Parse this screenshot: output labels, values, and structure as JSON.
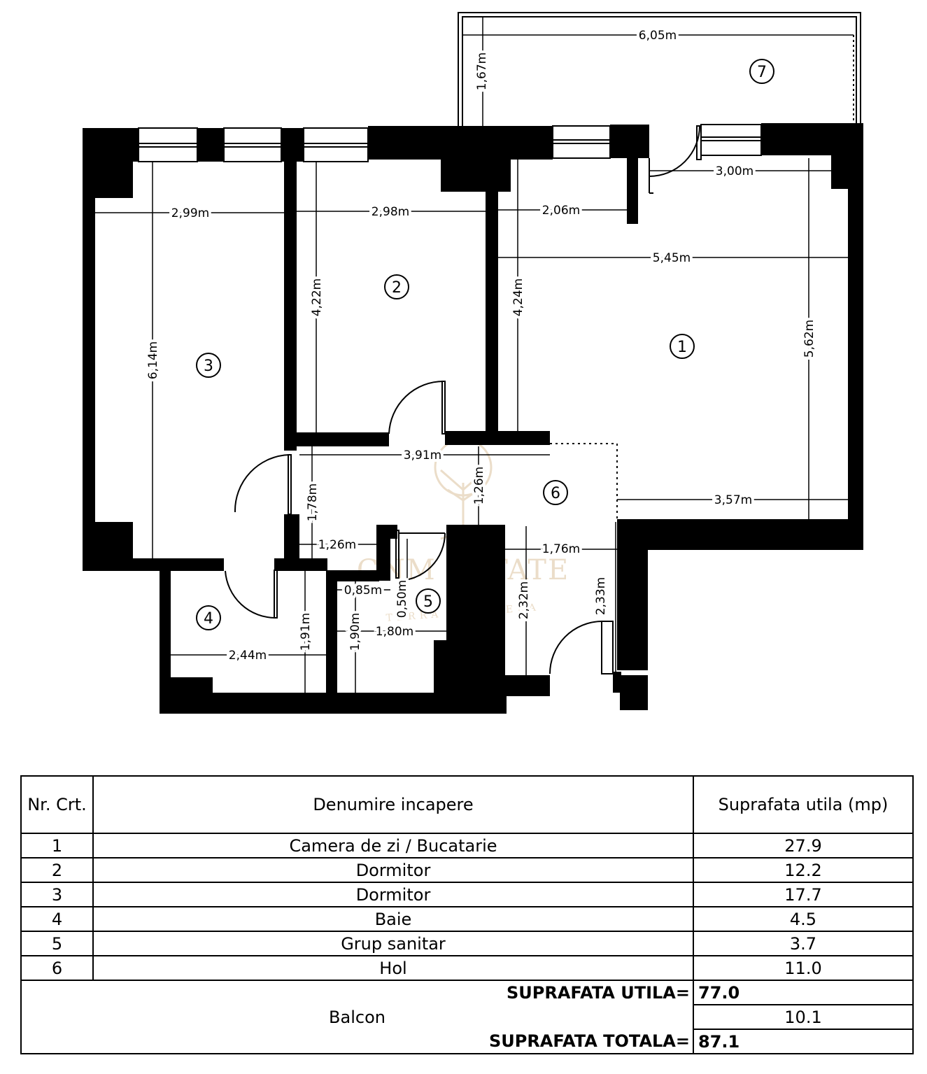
{
  "plan": {
    "rooms": [
      {
        "num": "1"
      },
      {
        "num": "2"
      },
      {
        "num": "3"
      },
      {
        "num": "4"
      },
      {
        "num": "5"
      },
      {
        "num": "6"
      },
      {
        "num": "7"
      }
    ],
    "dimensions": [
      "6,05m",
      "1,67m",
      "3,00m",
      "2,99m",
      "2,98m",
      "2,06m",
      "5,45m",
      "4,22m",
      "4,24m",
      "6,14m",
      "5,62m",
      "3,91m",
      "1,26m",
      "1,78m",
      "3,57m",
      "1,26m",
      "1,76m",
      "0,85m",
      "0,50m",
      "2,33m",
      "2,32m",
      "1,91m",
      "1,90m",
      "1,80m",
      "2,44m"
    ],
    "watermark": {
      "brand": "GNM ESTATE",
      "motto": "TERRA NON VERA"
    }
  },
  "table": {
    "headers": {
      "nr": "Nr. Crt.",
      "name": "Denumire incapere",
      "area": "Suprafata utila (mp)"
    },
    "rows": [
      {
        "nr": "1",
        "name": "Camera de zi / Bucatarie",
        "area": "27.9"
      },
      {
        "nr": "2",
        "name": "Dormitor",
        "area": "12.2"
      },
      {
        "nr": "3",
        "name": "Dormitor",
        "area": "17.7"
      },
      {
        "nr": "4",
        "name": "Baie",
        "area": "4.5"
      },
      {
        "nr": "5",
        "name": "Grup sanitar",
        "area": "3.7"
      },
      {
        "nr": "6",
        "name": "Hol",
        "area": "11.0"
      }
    ],
    "useful_label": "SUPRAFATA UTILA=",
    "useful_value": "77.0",
    "balcony_label": "Balcon",
    "balcony_value": "10.1",
    "total_label": "SUPRAFATA TOTALA=",
    "total_value": "87.1"
  }
}
